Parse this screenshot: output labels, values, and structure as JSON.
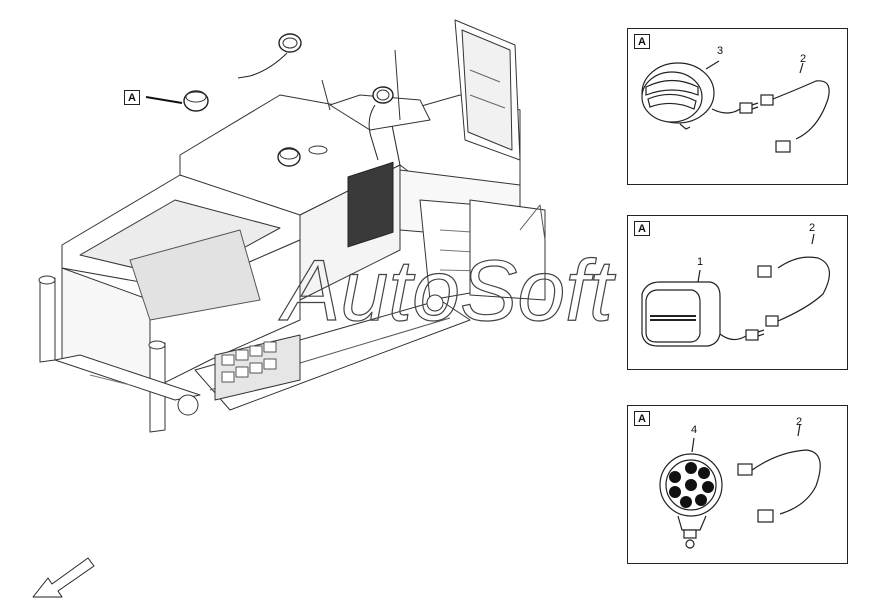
{
  "main_view": {
    "tag_label": "A"
  },
  "watermark": {
    "text": "AutoSoft"
  },
  "panels": [
    {
      "tag_label": "A",
      "callouts": [
        "3",
        "2"
      ]
    },
    {
      "tag_label": "A",
      "callouts": [
        "1",
        "2"
      ]
    },
    {
      "tag_label": "A",
      "callouts": [
        "4",
        "2"
      ]
    }
  ]
}
